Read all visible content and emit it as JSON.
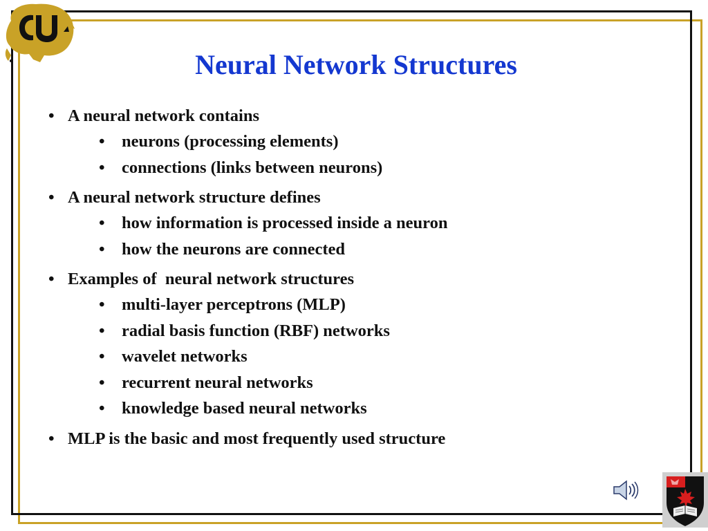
{
  "slide": {
    "title": "Neural Network Structures",
    "logos": {
      "top_left": "cu-buffalo-logo",
      "bottom_right": "university-crest-logo"
    },
    "icons": {
      "audio": "speaker-icon"
    },
    "colors": {
      "title": "#1438d0",
      "frame_gold": "#c9a227",
      "frame_black": "#111111",
      "text": "#111111"
    },
    "bullets": [
      {
        "text": "A neural network contains",
        "sub": [
          "neurons (processing elements)",
          "connections (links between neurons)"
        ]
      },
      {
        "text": "A neural network structure defines",
        "sub": [
          "how information is processed inside a neuron",
          "how the neurons are connected"
        ]
      },
      {
        "text": "Examples of  neural network structures",
        "sub": [
          "multi-layer perceptrons (MLP)",
          "radial basis function (RBF) networks",
          "wavelet networks",
          "recurrent neural networks",
          "knowledge based neural networks"
        ]
      },
      {
        "text": "MLP is the basic and most frequently used structure",
        "sub": []
      }
    ],
    "bullet_char": "•"
  }
}
